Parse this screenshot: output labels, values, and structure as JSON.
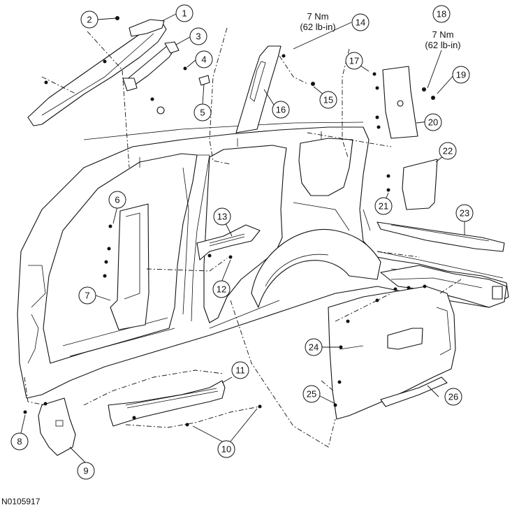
{
  "figure_id": "N0105917",
  "callouts": [
    "1",
    "2",
    "3",
    "4",
    "5",
    "6",
    "7",
    "8",
    "9",
    "10",
    "11",
    "12",
    "13",
    "14",
    "15",
    "16",
    "17",
    "18",
    "19",
    "20",
    "21",
    "22",
    "23",
    "24",
    "25",
    "26"
  ],
  "torque_specs": [
    {
      "callout": "14",
      "nm": "7 Nm",
      "lbin": "(62 lb-in)"
    },
    {
      "callout": "18",
      "nm": "7 Nm",
      "lbin": "(62 lb-in)"
    }
  ]
}
